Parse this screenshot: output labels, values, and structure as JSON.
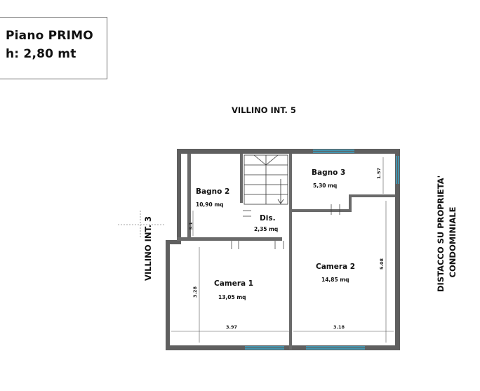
{
  "legend": {
    "line1": "Piano PRIMO",
    "line2": "h: 2,80 mt"
  },
  "neighbours": {
    "top": "VILLINO INT. 5",
    "left": "VILLINO INT. 3",
    "right_line1": "DISTACCO SU PROPRIETA'",
    "right_line2": "CONDOMINIALE"
  },
  "rooms": {
    "bagno2": {
      "name": "Bagno 2",
      "area": "10,90 mq"
    },
    "bagno3": {
      "name": "Bagno 3",
      "area": "5,30 mq"
    },
    "dis": {
      "name": "Dis.",
      "area": "2,35 mq"
    },
    "camera1": {
      "name": "Camera 1",
      "area": "13,05 mq"
    },
    "camera2": {
      "name": "Camera 2",
      "area": "14,85 mq"
    }
  },
  "dimensions": {
    "camera1_width": "3.97",
    "camera2_width": "3.18",
    "camera1_depth": "3.28",
    "camera2_depth": "5.08",
    "bagno3_depth": "1.57",
    "bagno2_depth": "3.1"
  },
  "colors": {
    "wall": "#5f5f5f",
    "window": "#3aa6c9",
    "line": "#333333"
  }
}
